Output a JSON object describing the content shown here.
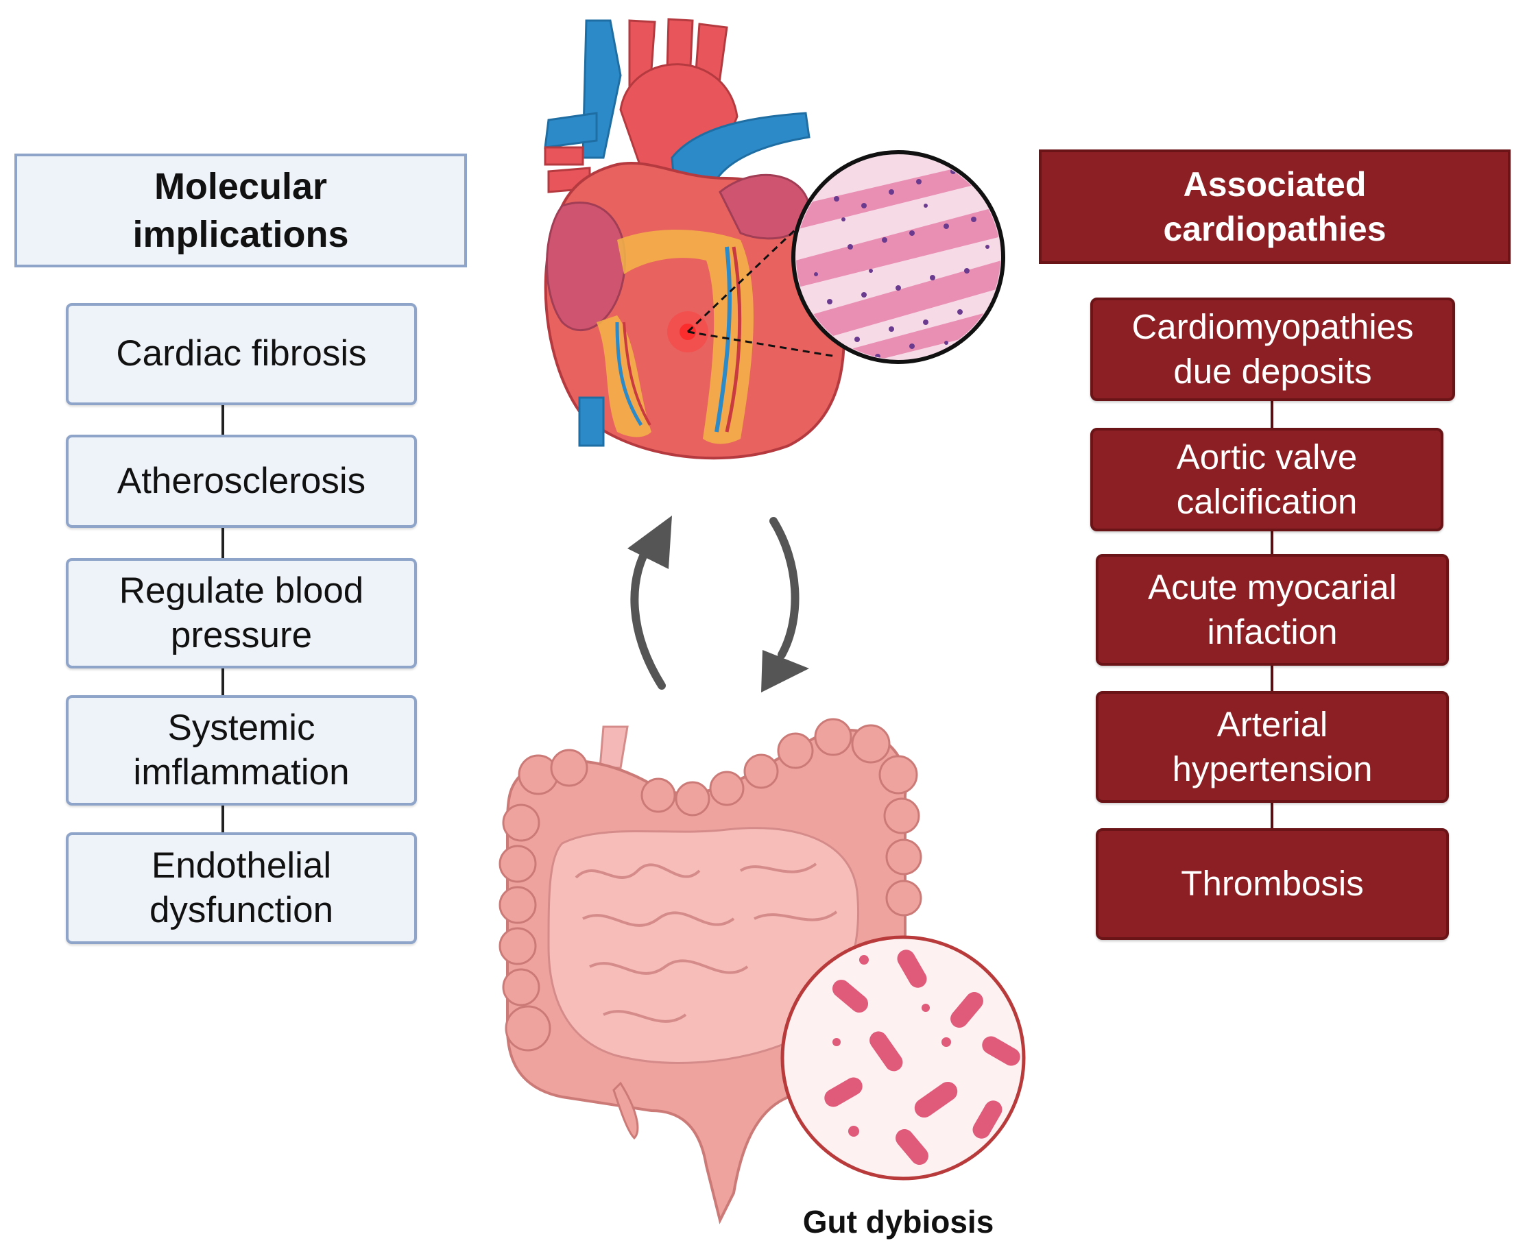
{
  "left_panel": {
    "title_line1": "Molecular",
    "title_line2": "implications",
    "items": [
      {
        "line1": "Cardiac fibrosis",
        "line2": ""
      },
      {
        "line1": "Atherosclerosis",
        "line2": ""
      },
      {
        "line1": "Regulate blood",
        "line2": "pressure"
      },
      {
        "line1": "Systemic",
        "line2": "imflammation"
      },
      {
        "line1": "Endothelial",
        "line2": "dysfunction"
      }
    ]
  },
  "right_panel": {
    "title_line1": "Associated",
    "title_line2": "cardiopathies",
    "items": [
      {
        "line1": "Cardiomyopathies",
        "line2": "due deposits"
      },
      {
        "line1": "Aortic valve",
        "line2": "calcification"
      },
      {
        "line1": "Acute myocarial",
        "line2": "infaction"
      },
      {
        "line1": "Arterial",
        "line2": "hypertension"
      },
      {
        "line1": "Thrombosis",
        "line2": ""
      }
    ]
  },
  "center": {
    "gut_caption": "Gut dybiosis",
    "icons": [
      "heart-icon",
      "histology-magnifier-icon",
      "cycle-arrows-icon",
      "intestine-icon",
      "bacteria-magnifier-icon"
    ]
  },
  "colors": {
    "left_box_fill": "#eef2f9",
    "left_box_border": "#8ea4c8",
    "right_box_fill": "#8b1f23",
    "heart_red": "#e8555a",
    "vessel_blue": "#2c8ac9",
    "gut_pink": "#f0a8a4",
    "arrow_gray": "#555555"
  }
}
